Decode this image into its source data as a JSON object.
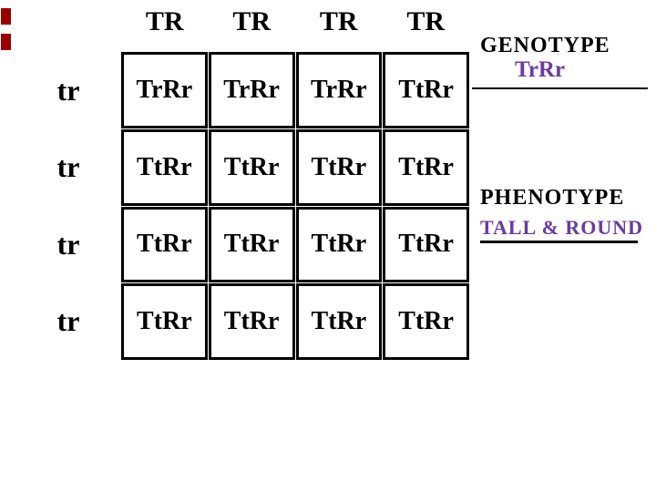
{
  "punnett_square": {
    "col_headers": [
      "TR",
      "TR",
      "TR",
      "TR"
    ],
    "row_headers": [
      "tr",
      "tr",
      "tr",
      "tr"
    ],
    "cells": [
      [
        "TrRr",
        "TrRr",
        "TrRr",
        "TtRr"
      ],
      [
        "TtRr",
        "TtRr",
        "TtRr",
        "TtRr"
      ],
      [
        "TtRr",
        "TtRr",
        "TtRr",
        "TtRr"
      ],
      [
        "TtRr",
        "TtRr",
        "TtRr",
        "TtRr"
      ]
    ]
  },
  "results_panel": {
    "genotype_label": "GENOTYPE",
    "genotype_value": "TrRr",
    "phenotype_label": "PHENOTYPE",
    "phenotype_value": "TALL & ROUND"
  },
  "colors": {
    "text_black": "#000000",
    "value_purple": "#6B3AA0",
    "grid_border": "#000000",
    "red_square_decoration": "#990000",
    "background": "#ffffff"
  }
}
